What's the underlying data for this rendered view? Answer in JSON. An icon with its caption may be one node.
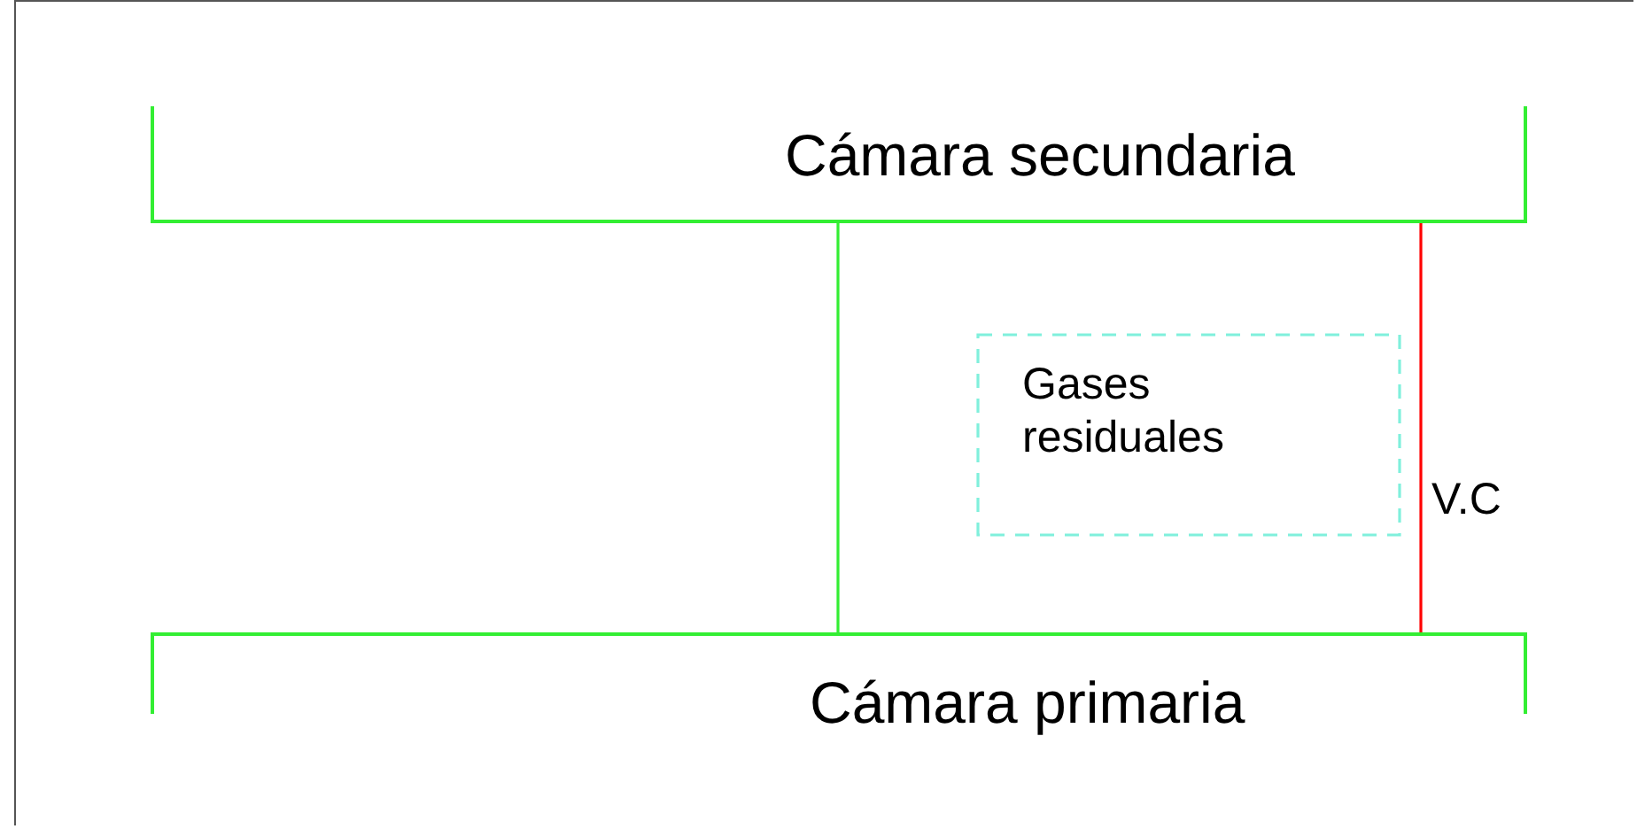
{
  "diagram": {
    "nodes": [
      {
        "text": [
          "Cámara secundaria"
        ]
      },
      {
        "text": [
          "Cámara primaria"
        ]
      },
      {
        "text": [
          "Gases residuales"
        ]
      }
    ],
    "edges": [
      {
        "from": 0,
        "to": 1,
        "arrow": "none"
      },
      {
        "from": 0,
        "to": 1,
        "arrow": "none",
        "color": "#ff0000",
        "label": "V.C"
      }
    ]
  }
}
